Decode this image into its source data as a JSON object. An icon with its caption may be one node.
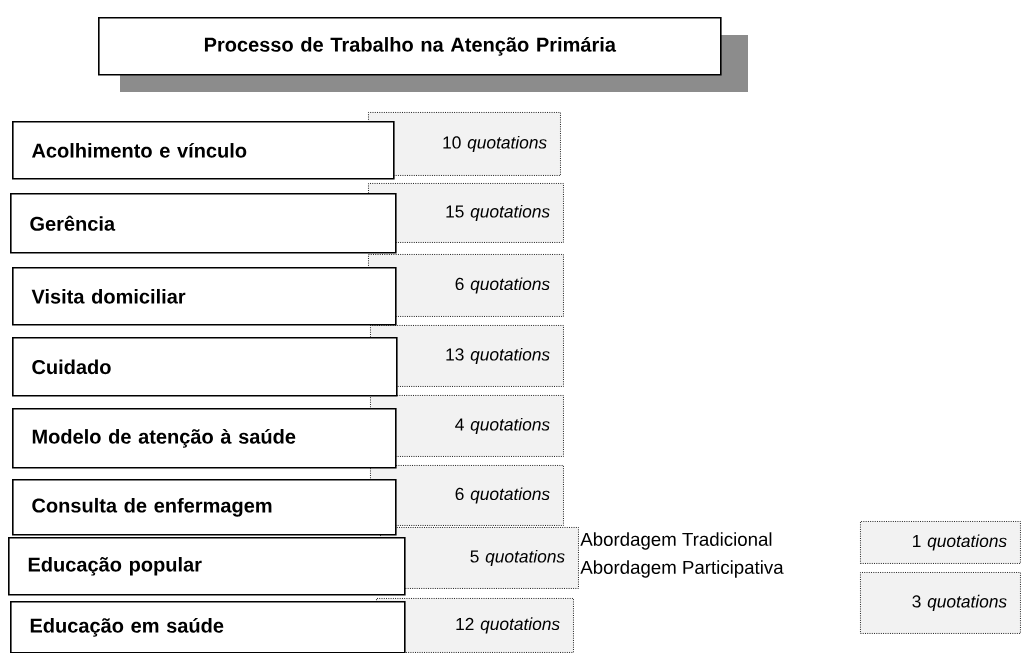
{
  "diagram": {
    "nodes": [
      {
        "text": [
          "Processo de Trabalho na Atenção Primária"
        ]
      },
      {
        "text": [
          "Acolhimento e vínculo"
        ]
      },
      {
        "text": [
          "10 *quotations*"
        ]
      },
      {
        "text": [
          "Gerência"
        ]
      },
      {
        "text": [
          "15 *quotations*"
        ]
      },
      {
        "text": [
          "Visita domiciliar"
        ]
      },
      {
        "text": [
          "6 *quotations*"
        ]
      },
      {
        "text": [
          "Cuidado"
        ]
      },
      {
        "text": [
          "13 *quotations*"
        ]
      },
      {
        "text": [
          "Modelo de atenção à saúde"
        ]
      },
      {
        "text": [
          "4 *quotations*"
        ]
      },
      {
        "text": [
          "Consulta de enfermagem"
        ]
      },
      {
        "text": [
          "6 *quotations*"
        ]
      },
      {
        "text": [
          "Educação popular"
        ]
      },
      {
        "text": [
          "5 *quotations*"
        ]
      },
      {
        "text": [
          "Educação em saúde"
        ]
      },
      {
        "text": [
          "12 *quotations*"
        ]
      },
      {
        "text": [
          "1 *quotations*"
        ]
      },
      {
        "text": [
          "3 *quotations*"
        ]
      }
    ],
    "labels": [
      "Abordagem Tradicional",
      "Abordagem Participativa"
    ]
  }
}
